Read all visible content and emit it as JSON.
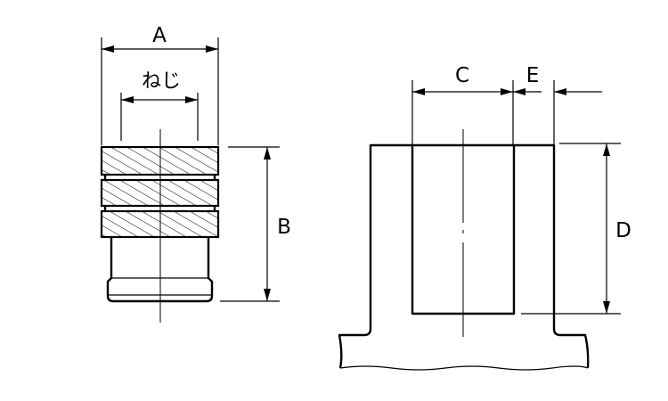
{
  "labels": {
    "A": "A",
    "thread": "ねじ",
    "B": "B",
    "C": "C",
    "D": "D",
    "E": "E"
  },
  "colors": {
    "line": "#000000",
    "background": "#ffffff"
  }
}
